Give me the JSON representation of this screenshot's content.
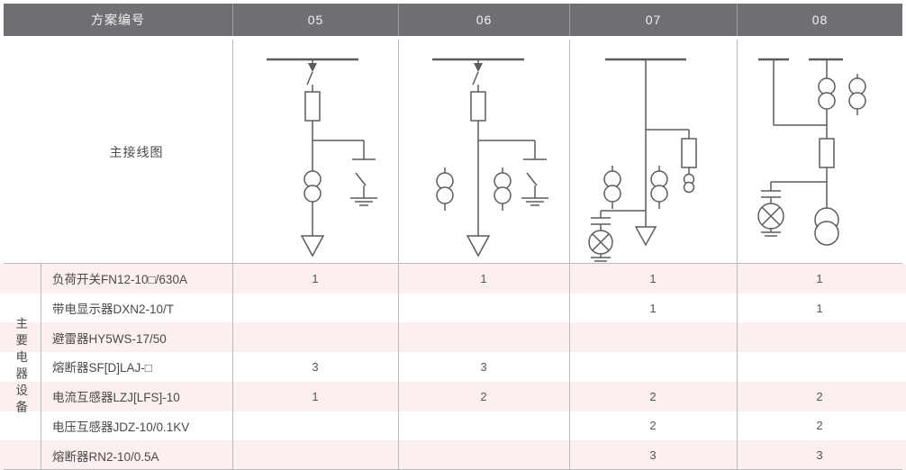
{
  "table": {
    "header": {
      "row_label": "方案编号",
      "columns": [
        "05",
        "06",
        "07",
        "08"
      ]
    },
    "diagram_row": {
      "label": "主接线图",
      "diagrams": [
        {
          "scheme": "05",
          "name": "load-switch-fuse-ct-earthing-cable",
          "elements": [
            "busbar",
            "load-switch",
            "fuse",
            "earthing-switch",
            "current-transformer",
            "cable-outlet"
          ]
        },
        {
          "scheme": "06",
          "name": "load-switch-fuse-two-ct-earthing-cable",
          "elements": [
            "busbar",
            "load-switch",
            "fuse",
            "earthing-switch",
            "current-transformer",
            "current-transformer",
            "cable-outlet"
          ]
        },
        {
          "scheme": "07",
          "name": "two-ct-fuse-voltage-transformer-cable",
          "elements": [
            "busbar",
            "fuse",
            "current-transformer",
            "current-transformer",
            "voltage-transformer",
            "earth",
            "cable-outlet"
          ]
        },
        {
          "scheme": "08",
          "name": "two-ct-fuse-voltage-transformer-power-transformer",
          "elements": [
            "busbar",
            "current-transformer",
            "current-transformer",
            "fuse",
            "voltage-transformer",
            "earth",
            "power-transformer"
          ]
        }
      ]
    },
    "side_label": "主要电器设备",
    "rows": [
      {
        "label": "负荷开关FN12-10□/630A",
        "values": [
          "1",
          "1",
          "1",
          "1"
        ]
      },
      {
        "label": "带电显示器DXN2-10/T",
        "values": [
          "",
          "",
          "1",
          "1"
        ]
      },
      {
        "label": "避雷器HY5WS-17/50",
        "values": [
          "",
          "",
          "",
          ""
        ]
      },
      {
        "label": "熔断器SF[D]LAJ-□",
        "values": [
          "3",
          "3",
          "",
          ""
        ]
      },
      {
        "label": "电流互感器LZJ[LFS]-10",
        "values": [
          "1",
          "2",
          "2",
          "2"
        ]
      },
      {
        "label": "电压互感器JDZ-10/0.1KV",
        "values": [
          "",
          "",
          "2",
          "2"
        ]
      },
      {
        "label": "熔断器RN2-10/0.5A",
        "values": [
          "",
          "",
          "3",
          "3"
        ]
      }
    ]
  },
  "colors": {
    "header_bg": "#6e7073",
    "header_text": "#f2f2f2",
    "stripe_pink": "#fbf0ef",
    "stripe_white": "#ffffff",
    "rule": "#b9bbbd",
    "line": "#5a5c5e",
    "text": "#4a4a4a"
  }
}
